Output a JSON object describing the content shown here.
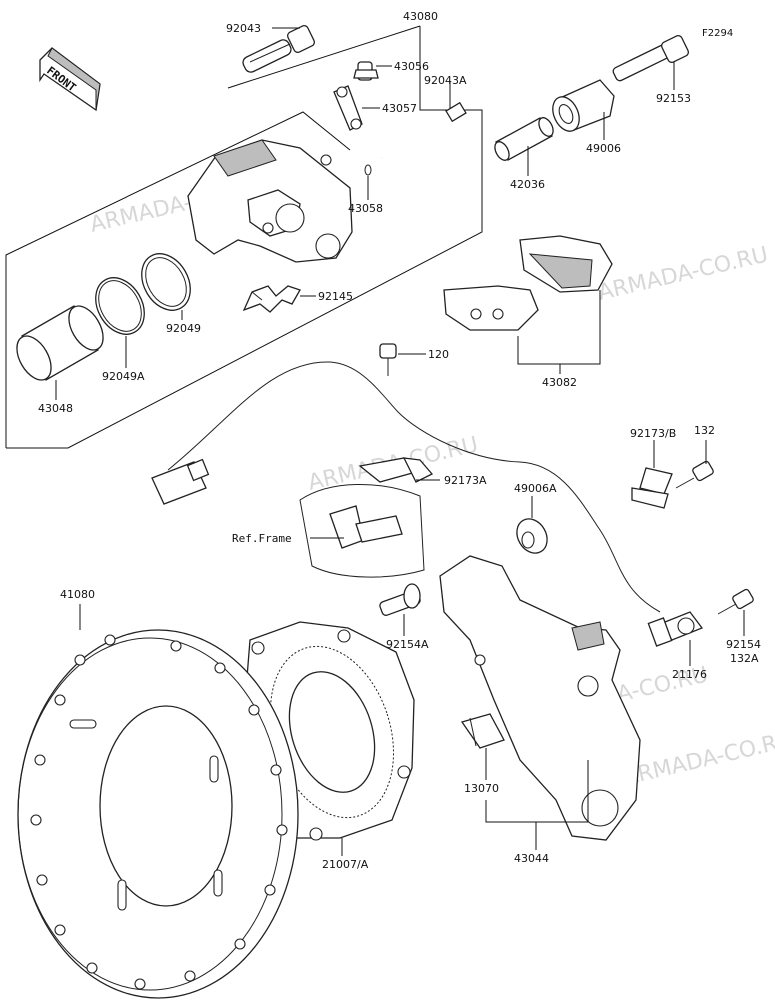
{
  "frame_id": "F2294",
  "front_label": "FRONT",
  "ref_frame_label": "Ref.Frame",
  "watermark": "ARMADA-CO.RU",
  "labels": {
    "p92043": "92043",
    "p43080": "43080",
    "p43056": "43056",
    "p92043A": "92043A",
    "p43057": "43057",
    "p92153": "92153",
    "p49006": "49006",
    "p42036": "42036",
    "p43058": "43058",
    "p92145": "92145",
    "p92049": "92049",
    "p92049A": "92049A",
    "p43048": "43048",
    "p43082": "43082",
    "p120": "120",
    "p92173B": "92173/B",
    "p132": "132",
    "p92173A": "92173A",
    "p49006A": "49006A",
    "p41080": "41080",
    "p92154A": "92154A",
    "p92154": "92154",
    "p132A": "132A",
    "p21176": "21176",
    "p13070": "13070",
    "p21007A": "21007/A",
    "p43044": "43044"
  }
}
